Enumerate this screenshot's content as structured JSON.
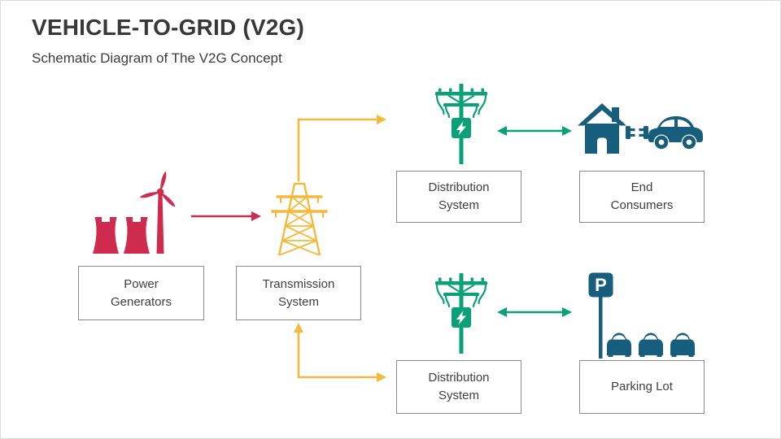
{
  "slide": {
    "title": "VEHICLE-TO-GRID (V2G)",
    "subtitle": "Schematic Diagram of The V2G Concept"
  },
  "nodes": {
    "power_generators": {
      "label": "Power\nGenerators"
    },
    "transmission_system": {
      "label": "Transmission\nSystem"
    },
    "distribution_system_top": {
      "label": "Distribution\nSystem"
    },
    "end_consumers": {
      "label": "End\nConsumers"
    },
    "distribution_system_bottom": {
      "label": "Distribution\nSystem"
    },
    "parking_lot": {
      "label": "Parking Lot",
      "sign_letter": "P"
    }
  },
  "icons": {
    "power_plant": "red cooling towers with wind turbine",
    "transmission_tower": "yellow lattice electricity pylon",
    "distribution_pole": "green utility pole with transformer and lightning bolt",
    "end_consumers": "teal house, charging plug connectors and car",
    "parking_lot": "teal P sign on pole with three parked cars"
  },
  "connectors": [
    {
      "name": "generators-to-transmission",
      "color": "#CE2B4E",
      "direction": "one-way"
    },
    {
      "name": "transmission-to-distribution-top",
      "color": "#F5B93C",
      "direction": "one-way"
    },
    {
      "name": "distribution-bottom-to-transmission",
      "color": "#F5B93C",
      "direction": "two-way"
    },
    {
      "name": "distribution-top-end-consumers",
      "color": "#0AA178",
      "direction": "two-way"
    },
    {
      "name": "distribution-bottom-parking-lot",
      "color": "#0AA178",
      "direction": "two-way"
    }
  ],
  "colors": {
    "title_text": "#383838",
    "body_text": "#3F3F3F",
    "box_border": "#8A8A8A",
    "generator_red": "#CE2B4E",
    "transmission_yellow": "#F5B93C",
    "distribution_green": "#0AA178",
    "consumer_teal": "#175E7E",
    "background": "#FFFFFF"
  }
}
